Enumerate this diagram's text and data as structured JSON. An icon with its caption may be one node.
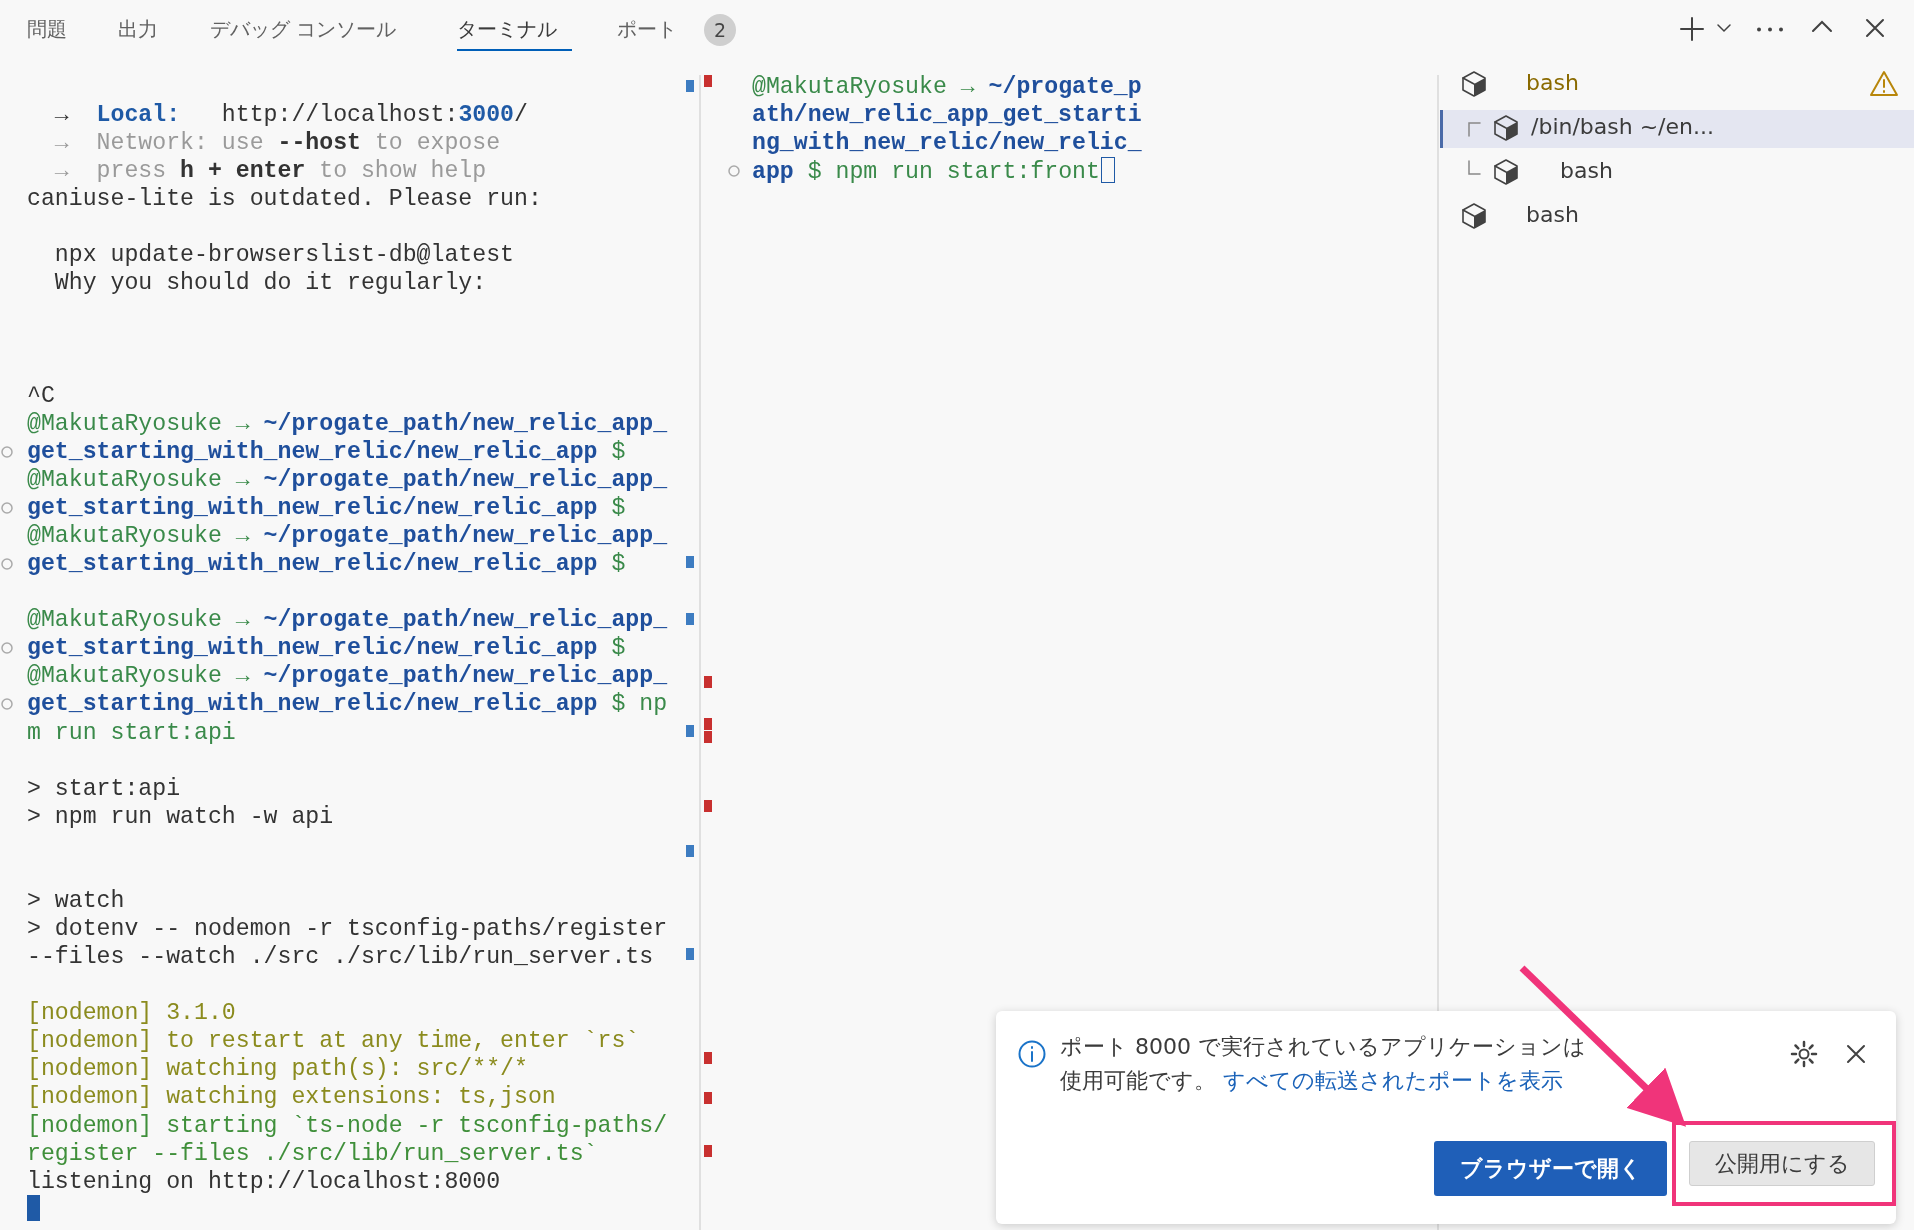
{
  "diagram": {
    "nodes": [
      {
        "text": [
          "ブラウザーで開く"
        ]
      },
      {
        "text": [],
        "shape": "box"
      },
      {
        "text": [
          "公開用にする"
        ],
        "in": 1
      }
    ],
    "edges": [
      {
        "from": null,
        "to": 1,
        "arrow": "to"
      }
    ],
    "labels": [
      "問題",
      "出力",
      "デバッグ コンソール",
      "ターミナル",
      "ポート",
      "2",
      "→  **Local:**   http://localhost:**3000**/",
      "→  Network: use **--host** to expose",
      "→  press **h + enter** to show help",
      "caniuse-lite is outdated. Please run:",
      "npx update-browserslist-db@latest",
      "Why you should do it regularly:",
      "^C",
      "@MakutaRyosuke → **~/progate_path/new_relic_app_get_starting_with_new_relic/new_relic_app** $",
      "@MakutaRyosuke → **~/progate_path/new_relic_app_get_starting_with_new_relic/new_relic_app** $",
      "@MakutaRyosuke → **~/progate_path/new_relic_app_get_starting_with_new_relic/new_relic_app** $",
      "@MakutaRyosuke → **~/progate_path/new_relic_app_get_starting_with_new_relic/new_relic_app** $",
      "@MakutaRyosuke → **~/progate_path/new_relic_app_get_starting_with_new_relic/new_relic_app** $ npm run start:api",
      "> start:api",
      "> npm run watch -w api",
      "> watch",
      "> dotenv -- nodemon -r tsconfig-paths/register --files --watch ./src ./src/lib/run_server.ts",
      "[nodemon] 3.1.0",
      "[nodemon] to restart at any time, enter `rs`",
      "[nodemon] watching path(s): src/**/*",
      "[nodemon] watching extensions: ts,json",
      "[nodemon] starting `ts-node -r tsconfig-paths/register --files ./src/lib/run_server.ts`",
      "listening on http://localhost:8000",
      "@MakutaRyosuke → **~/progate_path/new_relic_app_get_starting_with_new_relic/new_relic_app** $ npm run start:front",
      "bash",
      "/bin/bash ~/en...",
      "bash",
      "bash",
      "ポート 8000 で実行されているアプリケーションは使用可能です。",
      "すべての転送されたポートを表示"
    ]
  }
}
